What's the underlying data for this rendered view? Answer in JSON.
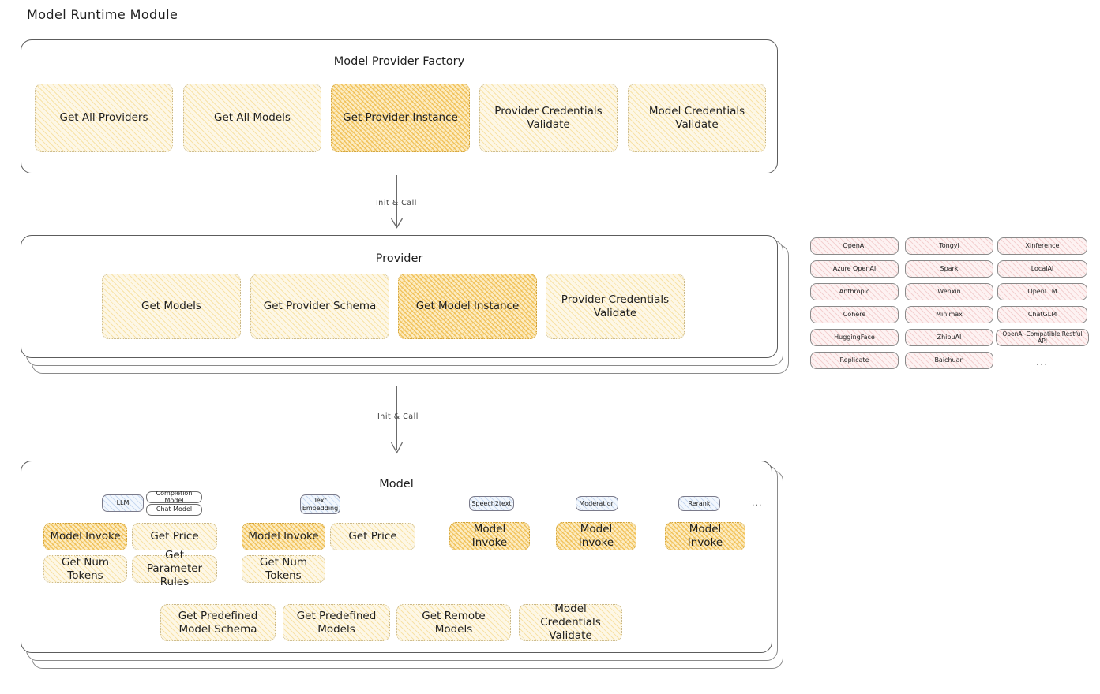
{
  "page": {
    "title": "Model Runtime Module"
  },
  "factory": {
    "title": "Model Provider Factory",
    "items": [
      {
        "label": "Get All Providers",
        "highlight": false
      },
      {
        "label": "Get All Models",
        "highlight": false
      },
      {
        "label": "Get Provider Instance",
        "highlight": true
      },
      {
        "label": "Provider Credentials Validate",
        "highlight": false
      },
      {
        "label": "Model Credentials Validate",
        "highlight": false
      }
    ]
  },
  "arrows": [
    {
      "label": "Init & Call"
    },
    {
      "label": "Init & Call"
    }
  ],
  "provider": {
    "title": "Provider",
    "items": [
      {
        "label": "Get Models",
        "highlight": false
      },
      {
        "label": "Get Provider Schema",
        "highlight": false
      },
      {
        "label": "Get Model Instance",
        "highlight": true
      },
      {
        "label": "Provider Credentials Validate",
        "highlight": false
      }
    ]
  },
  "provider_list": {
    "columns": [
      {
        "items": [
          "OpenAI",
          "Azure OpenAI",
          "Anthropic",
          "Cohere",
          "HuggingFace",
          "Replicate"
        ]
      },
      {
        "items": [
          "Tongyi",
          "Spark",
          "Wenxin",
          "Minimax",
          "ZhipuAI",
          "Baichuan"
        ]
      },
      {
        "items": [
          "Xinference",
          "LocalAI",
          "OpenLLM",
          "ChatGLM",
          "OpenAI-Compatible Restful API"
        ]
      }
    ],
    "more": "..."
  },
  "model": {
    "title": "Model",
    "more": "...",
    "types": [
      {
        "badge": "LLM",
        "sub_badges": [
          "Completion Model",
          "Chat Model"
        ],
        "ops": [
          "Model Invoke",
          "Get Price",
          "Get Num Tokens",
          "Get Parameter Rules"
        ],
        "highlight_op": "Model Invoke"
      },
      {
        "badge": "Text Embedding",
        "sub_badges": [],
        "ops": [
          "Model Invoke",
          "Get Price",
          "Get Num Tokens"
        ],
        "highlight_op": "Model Invoke"
      },
      {
        "badge": "Speech2text",
        "sub_badges": [],
        "ops": [
          "Model Invoke"
        ],
        "highlight_op": "Model Invoke"
      },
      {
        "badge": "Moderation",
        "sub_badges": [],
        "ops": [
          "Model Invoke"
        ],
        "highlight_op": "Model Invoke"
      },
      {
        "badge": "Rerank",
        "sub_badges": [],
        "ops": [
          "Model Invoke"
        ],
        "highlight_op": "Model Invoke"
      }
    ],
    "common_ops": [
      "Get Predefined Model Schema",
      "Get Predefined Models",
      "Get Remote Models",
      "Model Credentials Validate"
    ]
  },
  "colors": {
    "yellow_fill": "#fdf7e6",
    "orange_fill": "#fcecc2",
    "pink_fill": "#fdf2f2",
    "blue_fill": "#f2f7fd",
    "stroke": "#5c5c5c",
    "text": "#1e1e1e"
  }
}
